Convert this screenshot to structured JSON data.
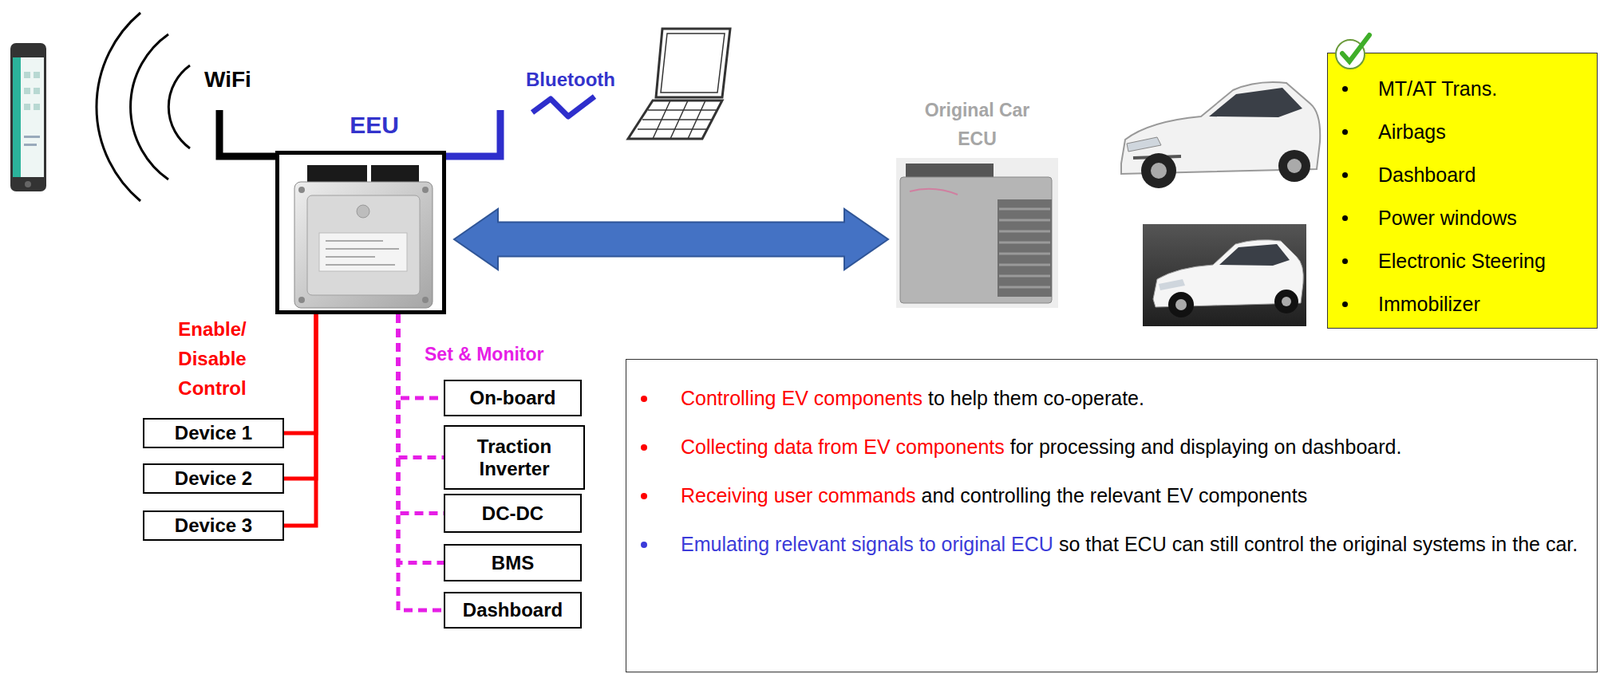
{
  "diagram": {
    "nodes": [
      {
        "text": [
          "EEU"
        ]
      },
      {
        "text": [
          "Original Car ECU"
        ]
      },
      {
        "text": [
          "MT/AT Trans.",
          "Airbags",
          "Dashboard",
          "Power windows",
          "Electronic Steering",
          "Immobilizer"
        ]
      },
      {
        "text": [
          "Device 1"
        ]
      },
      {
        "text": [
          "Device 2"
        ]
      },
      {
        "text": [
          "Device 3"
        ]
      },
      {
        "text": [
          "On-board"
        ]
      },
      {
        "text": [
          "Traction Inverter"
        ]
      },
      {
        "text": [
          "DC-DC"
        ]
      },
      {
        "text": [
          "BMS"
        ]
      },
      {
        "text": [
          "Dashboard"
        ]
      },
      {
        "text": [
          "Controlling EV components",
          "to help them co-operate.",
          "Collecting data from EV components",
          "for processing and displaying on dashboard.",
          "Receiving user commands",
          "and controlling the relevant EV components",
          "Emulating relevant signals to original ECU",
          "so that ECU can still control the original systems in the car."
        ]
      }
    ],
    "edges": [
      {
        "from": 0,
        "to": 1,
        "arrow": "both"
      },
      {
        "from": 0,
        "to": 3,
        "arrow": "none"
      },
      {
        "from": 0,
        "to": 4,
        "arrow": "none"
      },
      {
        "from": 0,
        "to": 5,
        "arrow": "none"
      },
      {
        "from": 0,
        "to": 6,
        "arrow": "none"
      },
      {
        "from": 0,
        "to": 7,
        "arrow": "none"
      },
      {
        "from": 0,
        "to": 8,
        "arrow": "none"
      },
      {
        "from": 0,
        "to": 9,
        "arrow": "none"
      },
      {
        "from": 0,
        "to": 10,
        "arrow": "none"
      }
    ],
    "labels": [
      "WiFi",
      "Bluetooth",
      "Enable/ Disable Control",
      "Set & Monitor"
    ]
  }
}
